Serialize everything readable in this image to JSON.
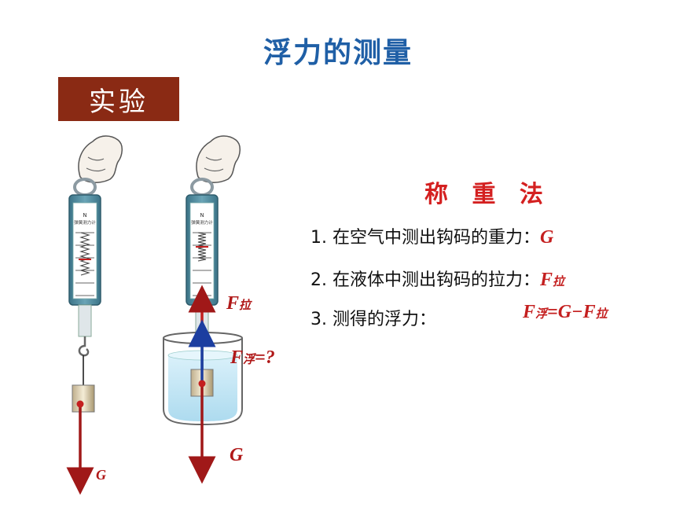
{
  "title": "浮力的测量",
  "badge": "实验",
  "method": {
    "title": "称 重 法",
    "steps": [
      {
        "text": "1. 在空气中测出钩码的重力：",
        "sym": "G",
        "sub": ""
      },
      {
        "text": "2. 在液体中测出钩码的拉力：",
        "sym": "F",
        "sub": "拉"
      },
      {
        "text": "3. 测得的浮力：",
        "sym": "",
        "sub": ""
      }
    ],
    "formula": {
      "f1": "F",
      "s1": "浮",
      "mid": "=G−F",
      "s2": "拉"
    }
  },
  "figure": {
    "scale_top_text": "N",
    "scale_name": "弹簧测力计",
    "labels": {
      "g_left": "G",
      "f_pull": "F",
      "f_pull_sub": "拉",
      "f_buoy": "F",
      "f_buoy_sub": "浮",
      "f_buoy_tail": "=?",
      "g_right": "G"
    }
  },
  "colors": {
    "title": "#1f5fa6",
    "badge": "#8a2a14",
    "accent": "#d42020",
    "gravity_arrow": "#a01818",
    "buoyancy_arrow": "#1c3ea0",
    "scale_body": "#4f8a9e",
    "water": "#bfe4f2"
  }
}
